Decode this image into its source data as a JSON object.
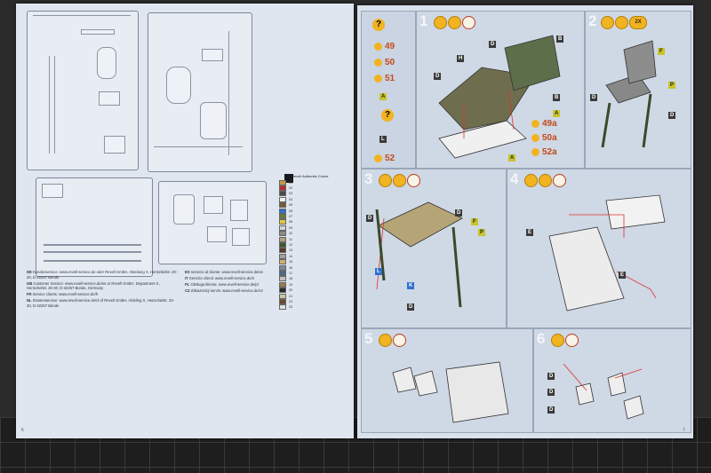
{
  "left_page": {
    "page_number": "6",
    "color_legend": {
      "title": "Revell Authentic Colors",
      "items": [
        {
          "code": "01",
          "swatch": "#c79a3a"
        },
        {
          "code": "02",
          "swatch": "#c12a2a"
        },
        {
          "code": "03",
          "swatch": "#4a4a4a"
        },
        {
          "code": "04",
          "swatch": "#eeeeee"
        },
        {
          "code": "05",
          "swatch": "#7a5a2e"
        },
        {
          "code": "06",
          "swatch": "#2c6fd0"
        },
        {
          "code": "07",
          "swatch": "#6a7a3a"
        },
        {
          "code": "08",
          "swatch": "#e3c640"
        },
        {
          "code": "09",
          "swatch": "#d4d4d4"
        },
        {
          "code": "10",
          "swatch": "#8a8a8a"
        },
        {
          "code": "11",
          "swatch": "#b0a080"
        },
        {
          "code": "12",
          "swatch": "#3a5a2a"
        },
        {
          "code": "13",
          "swatch": "#5a3a2a"
        },
        {
          "code": "14",
          "swatch": "#a0a0a0"
        },
        {
          "code": "15",
          "swatch": "#d0b070"
        },
        {
          "code": "16",
          "swatch": "#7a8a9a"
        },
        {
          "code": "17",
          "swatch": "#4a6a8a"
        },
        {
          "code": "18",
          "swatch": "#c0c0c0"
        },
        {
          "code": "19",
          "swatch": "#9a7a4a"
        },
        {
          "code": "20",
          "swatch": "#2a2a2a"
        },
        {
          "code": "21",
          "swatch": "#c8c8a0"
        },
        {
          "code": "22",
          "swatch": "#6a4a2a"
        },
        {
          "code": "23",
          "swatch": "#e0e0e0"
        }
      ]
    },
    "service_addresses": [
      {
        "lang": "DE",
        "text": "Kundenservice: www.revell-service.de oder Revell GmbH, Abteilung X, Henschelstr. 20-30, D-32257 Bünde"
      },
      {
        "lang": "GB",
        "text": "Customer Service: www.revell-service.de/en or Revell GmbH, Department X, Henschelstr. 20-30, D-32257 Bünde, Germany"
      },
      {
        "lang": "FR",
        "text": "Service clients: www.revell-service.de/fr"
      },
      {
        "lang": "NL",
        "text": "Klantenservice: www.revell-service.de/nl of Revell GmbH, Afdeling X, Henschelstr. 20-30, D-32257 Bünde"
      },
      {
        "lang": "ES",
        "text": "Servicio al cliente: www.revell-service.de/es"
      },
      {
        "lang": "IT",
        "text": "Servizio clienti: www.revell-service.de/it"
      },
      {
        "lang": "PL",
        "text": "Obsługa klienta: www.revell-service.de/pl"
      },
      {
        "lang": "CZ",
        "text": "Zákaznický servis: www.revell-service.de/cz"
      }
    ]
  },
  "right_page": {
    "page_number": "7",
    "ref_column": {
      "items": [
        "49",
        "50",
        "51",
        "52"
      ],
      "tags": [
        "A",
        "L"
      ]
    },
    "steps": [
      {
        "number": "1",
        "parts": [
          "H",
          "D",
          "D",
          "B",
          "B",
          "A",
          "A"
        ],
        "refs": [
          "49a",
          "50a",
          "52a"
        ]
      },
      {
        "number": "2",
        "multiplier": "2X",
        "parts": [
          "F",
          "P",
          "D",
          "D"
        ]
      },
      {
        "number": "3",
        "parts": [
          "D",
          "D",
          "F",
          "P",
          "L",
          "K",
          "D"
        ]
      },
      {
        "number": "4",
        "parts": [
          "E",
          "E"
        ]
      },
      {
        "number": "5",
        "parts": []
      },
      {
        "number": "6",
        "parts": [
          "D",
          "D",
          "D"
        ]
      }
    ]
  }
}
